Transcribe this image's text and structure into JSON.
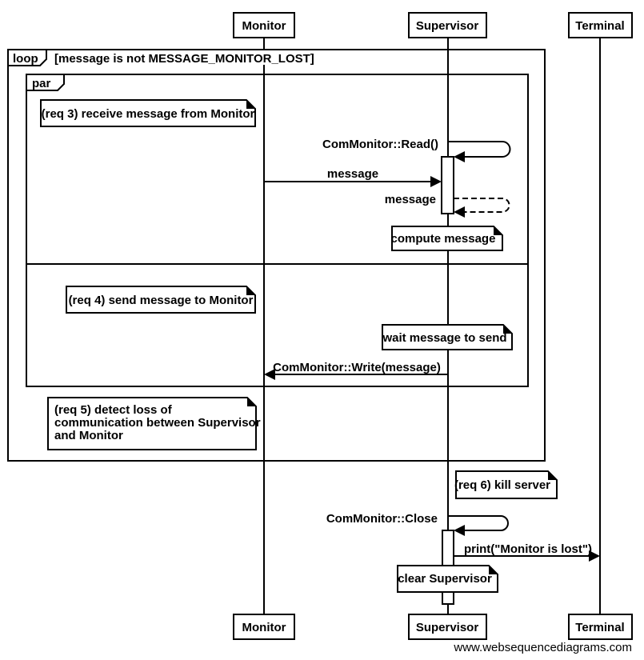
{
  "diagram": {
    "title": "sequence-diagram",
    "colors": {
      "line": "#000000",
      "background": "#ffffff",
      "text": "#000000"
    },
    "actors": [
      {
        "name": "Monitor"
      },
      {
        "name": "Supervisor"
      },
      {
        "name": "Terminal"
      }
    ],
    "fragments": [
      {
        "operator": "loop",
        "guard": "[message is not MESSAGE_MONITOR_LOST]"
      },
      {
        "operator": "par"
      }
    ],
    "notes": [
      {
        "id": "req3",
        "text": "(req 3) receive message from Monitor"
      },
      {
        "id": "compute",
        "text": "compute message"
      },
      {
        "id": "req4",
        "text": "(req 4) send message to Monitor"
      },
      {
        "id": "wait",
        "text": "wait message to send"
      },
      {
        "id": "req5",
        "lines": [
          "(req 5) detect loss of",
          "communication between Supervisor",
          "and Monitor"
        ]
      },
      {
        "id": "req6",
        "text": "(req 6) kill server"
      },
      {
        "id": "clear",
        "text": "clear Supervisor"
      }
    ],
    "messages": [
      {
        "label": "ComMonitor::Read()",
        "type": "self-solid",
        "from": "Supervisor",
        "to": "Supervisor"
      },
      {
        "label": "message",
        "type": "solid",
        "from": "Monitor",
        "to": "Supervisor"
      },
      {
        "label": "message",
        "type": "self-dashed",
        "from": "Supervisor",
        "to": "Supervisor"
      },
      {
        "label": "ComMonitor::Write(message)",
        "type": "solid",
        "from": "Supervisor",
        "to": "Monitor"
      },
      {
        "label": "ComMonitor::Close",
        "type": "self-solid",
        "from": "Supervisor",
        "to": "Supervisor"
      },
      {
        "label": "print(\"Monitor is lost\")",
        "type": "solid",
        "from": "Supervisor",
        "to": "Terminal"
      }
    ],
    "watermark": "www.websequencediagrams.com"
  }
}
